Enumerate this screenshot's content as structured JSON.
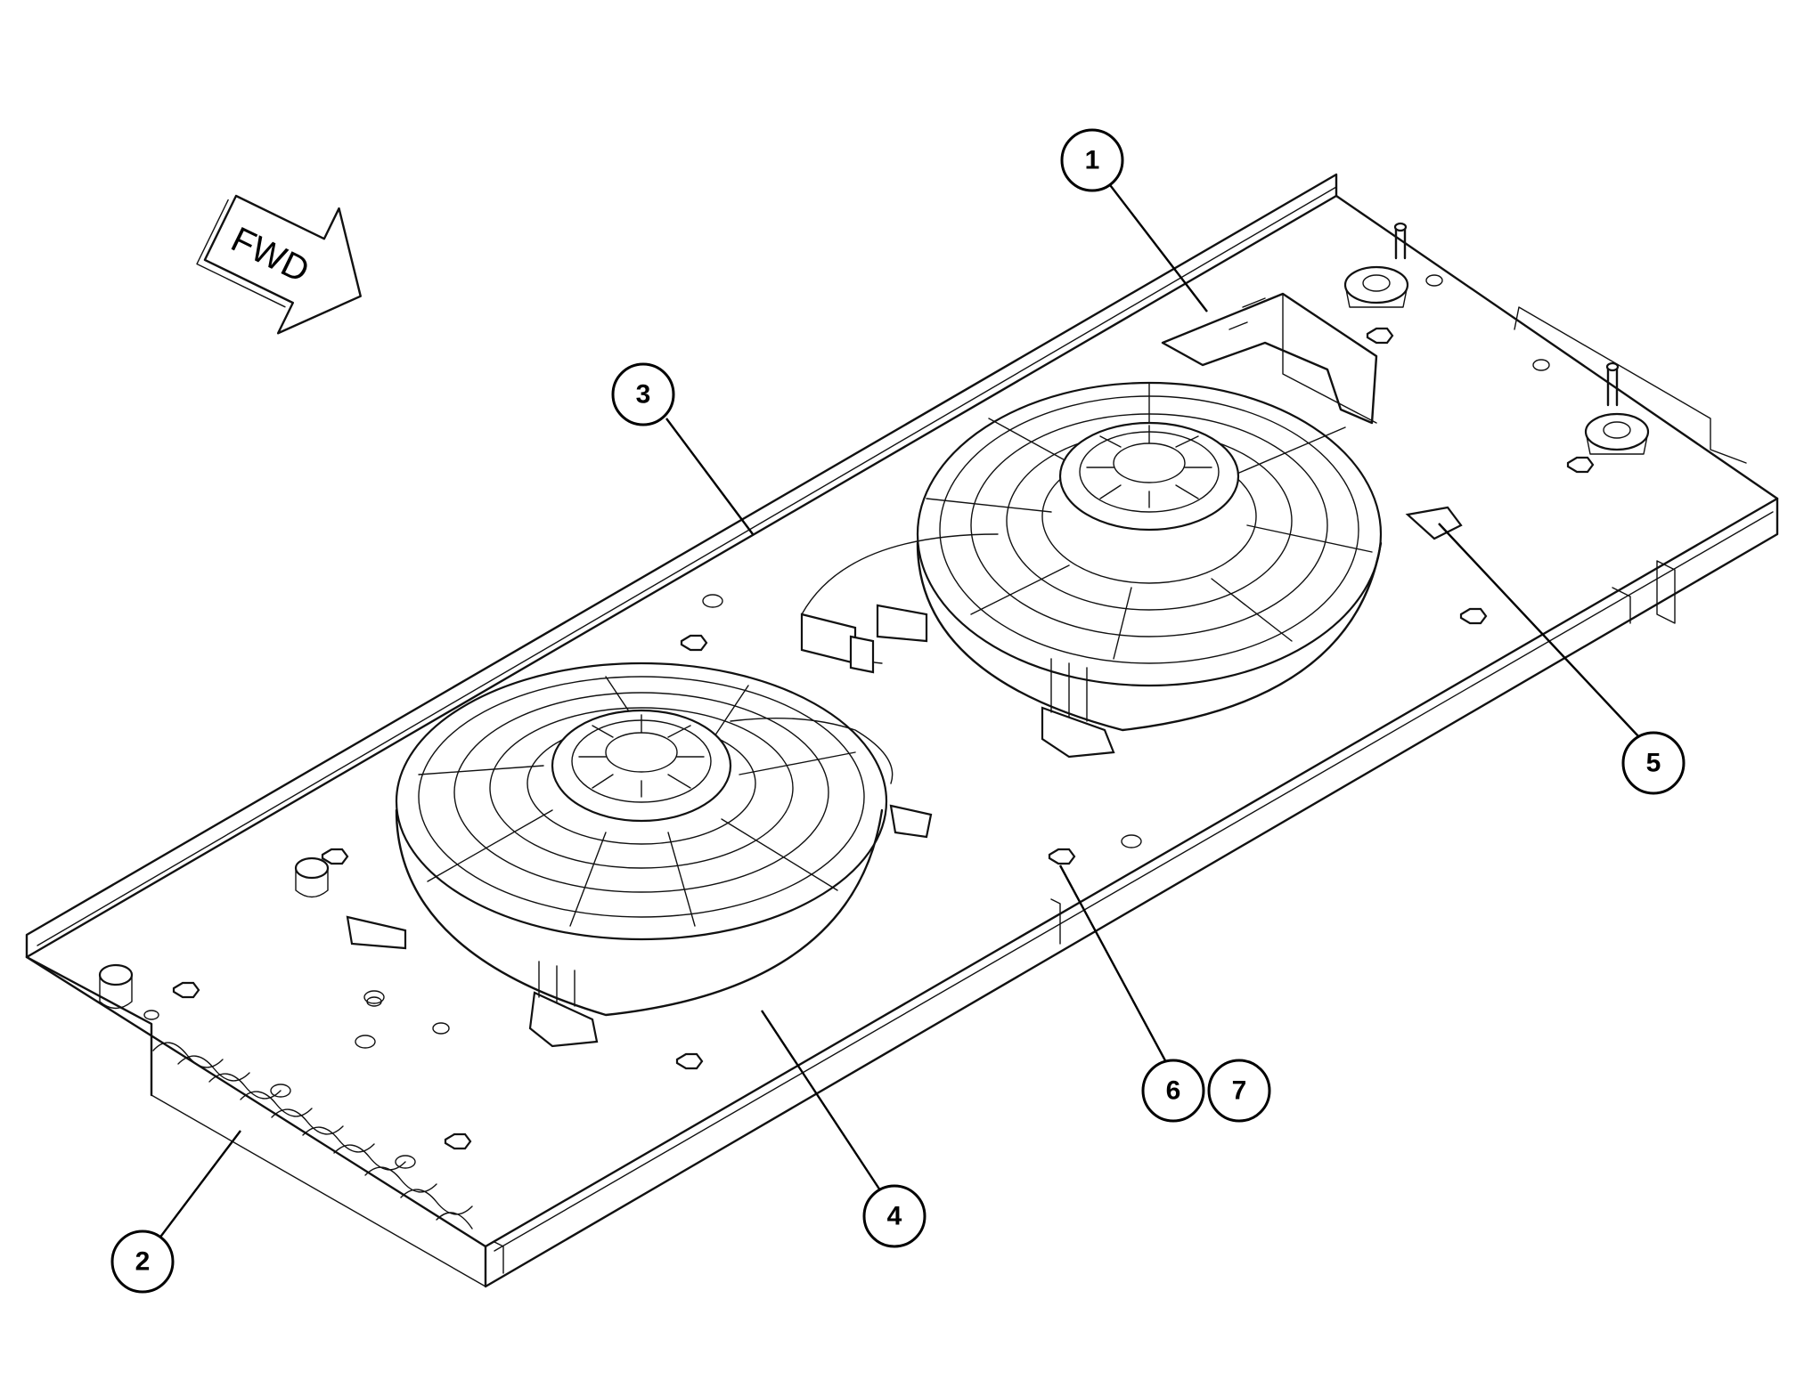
{
  "direction_arrow": {
    "label": "FWD"
  },
  "callouts": [
    {
      "id": "callout-1",
      "label": "1"
    },
    {
      "id": "callout-2",
      "label": "2"
    },
    {
      "id": "callout-3",
      "label": "3"
    },
    {
      "id": "callout-4",
      "label": "4"
    },
    {
      "id": "callout-5",
      "label": "5"
    },
    {
      "id": "callout-6",
      "label": "6"
    },
    {
      "id": "callout-7",
      "label": "7"
    }
  ],
  "colors": {
    "line": "#111111",
    "background": "#ffffff"
  }
}
